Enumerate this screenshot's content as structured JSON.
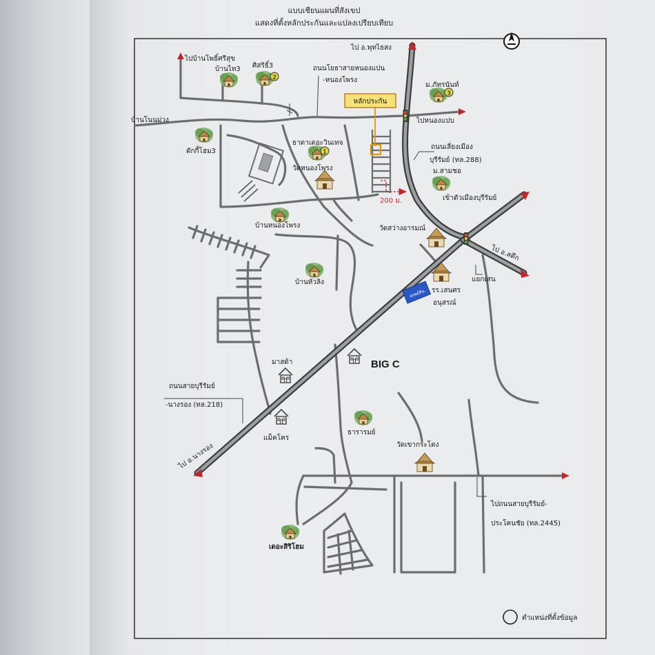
{
  "document": {
    "title_line_1": "แบบเชียนแผนที่สังเขป",
    "title_line_2": "แสดงที่ตั้งหลักประกันและแปลงเปรียบเทียบ"
  },
  "map": {
    "labels": {
      "to_phutthaisong": "ไป อ.พุทไธสง",
      "to_ban_pho_sisuk": "ไปบ้านโพธิ์ศรีสุข",
      "ban_thai_3": "บ้านไท3",
      "sirisi_3": "ศิสริธิ์3",
      "road_nongpan": "ถนนโยธาสายหนองแปน",
      "road_nongpan_2": "-หนองโพรง",
      "lak_prakan": "หลักประกัน",
      "mor_phattharanan": "ม.ภัทรนันท์",
      "ban_non_muang": "บ้านโนนม่วง",
      "to_nong_pan": "ไปหนองแปบ",
      "dak_ko_home_3": "ดักกี้โฮม3",
      "tara_dervin": "ธาดาเดอะวินเทจ",
      "road_liang_mueang": "ถนนเลี่ยงเมือง",
      "road_liang_mueang_2": "บุรีรัมย์ (ทล.288)",
      "mor_samchai": "ม.สามชอ",
      "wat_nong_phrong": "วัดหนองโพรง",
      "to_city_buriram": "เข้าตัวเมืองบุรีรัมย์",
      "distance_200": "200 ม.",
      "ban_nong_phrong": "บ้านหนองโพรง",
      "wat_sawang": "วัดสว่างอารมณ์",
      "to_satuek": "ไป อ.สตึก",
      "yaek_sen": "แยกเสน",
      "ban_hua_ling": "บ้านหัวลิง",
      "school": "รร.เสนศร",
      "school_2": "อนุสรณ์",
      "big_c": "BIG C",
      "masda": "มาสด้า",
      "road_buriram_nangrong": "ถนนสายบุรีรัมย์",
      "road_buriram_nangrong_2": "-นางรอง (ทล.218)",
      "makro": "แม็คโคร",
      "thararom": "ธารารมย์",
      "to_nangrong": "ไป อ.นางรอง",
      "wat_khao_kradong": "วัดเขากระโดง",
      "to_road_prakhon": "ไปถนนสายบุรีรัมย์-",
      "to_road_prakhon_2": "ประโคนชัย (ทล.2445)",
      "the_sirihome": "เดอะสิริโฮม",
      "legend_text": "ตำแหน่งที่ตั้งข้อมูล",
      "marker_1": "1",
      "marker_2": "2",
      "marker_3": "3",
      "school_sign": "ทรพย์สิน"
    },
    "colors": {
      "road": "#6b6d70",
      "road_dark": "#3b3d40",
      "arrow": "#c0282d",
      "tree": "#5f9a4a",
      "marker": "#d9d24a",
      "lak_box": "#f4e17a",
      "lak_border": "#c77d1c",
      "school_sign": "#2b57c4"
    },
    "icons": [
      "compass-icon",
      "house-icon",
      "tree-house-icon",
      "traffic-light-icon",
      "arrow-icon"
    ]
  }
}
